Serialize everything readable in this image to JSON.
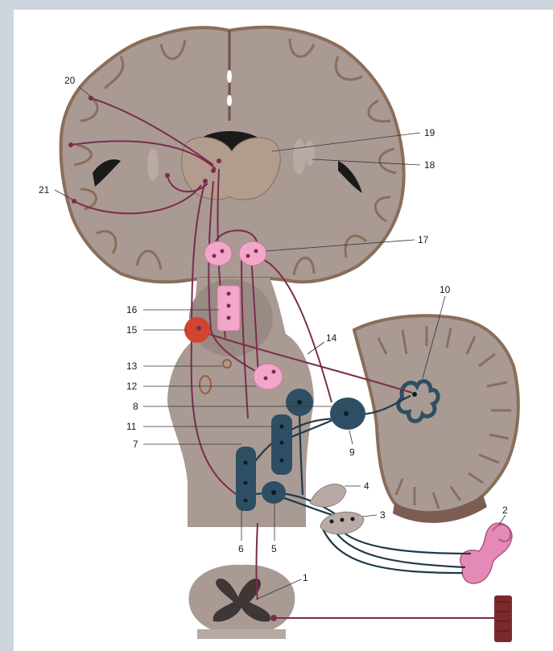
{
  "labels": {
    "l1": "1",
    "l2": "2",
    "l3": "3",
    "l4": "4",
    "l5": "5",
    "l6": "6",
    "l7": "7",
    "l8": "8",
    "l9": "9",
    "l10": "10",
    "l11": "11",
    "l12": "12",
    "l13": "13",
    "l14": "14",
    "l15": "15",
    "l16": "16",
    "l17": "17",
    "l18": "18",
    "l19": "19",
    "l20": "20",
    "l21": "21"
  },
  "colors": {
    "background": "#cdd6de",
    "brain_tissue": "#a99a94",
    "brain_cortex_outline": "#8a6e5a",
    "white_matter": "#c8b9b2",
    "pathway": "#7a2c4e",
    "vestibular_pathway": "#1e3a4a",
    "vestibular_nuclei": "#2e4f63",
    "red_nucleus": "#d2442e",
    "pink_nuclei": "#f2a6c9",
    "inner_ear": "#e58ab8",
    "muscle": "#7a2a2a"
  }
}
